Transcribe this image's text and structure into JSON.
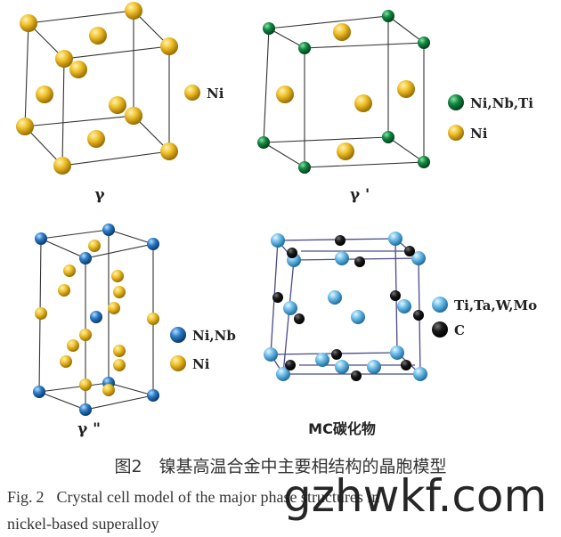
{
  "panels": {
    "gamma": {
      "label": "γ",
      "legend": [
        {
          "text": "Ni",
          "color": "#e6b219"
        }
      ]
    },
    "gamma_prime": {
      "label": "γ '",
      "legend": [
        {
          "text": "Ni,Nb,Ti",
          "color": "#0d7a3a"
        },
        {
          "text": "Ni",
          "color": "#e6b219"
        }
      ]
    },
    "gamma_double_prime": {
      "label": "γ \"",
      "legend": [
        {
          "text": "Ni,Nb",
          "color": "#2a79c2"
        },
        {
          "text": "Ni",
          "color": "#e6b219"
        }
      ]
    },
    "mc_carbide": {
      "label": "MC碳化物",
      "legend": [
        {
          "text": "Ti,Ta,W,Mo",
          "color": "#5fb5e3"
        },
        {
          "text": "C",
          "color": "#111111"
        }
      ]
    }
  },
  "caption": {
    "zh": "图2　镍基高温合金中主要相结构的晶胞模型",
    "en_prefix": "Fig.",
    "en_number": "2",
    "en_line1": "Crystal cell model of the major phase structures in",
    "en_line2": "nickel-based superalloy"
  },
  "watermark": "gzhwkf.com"
}
